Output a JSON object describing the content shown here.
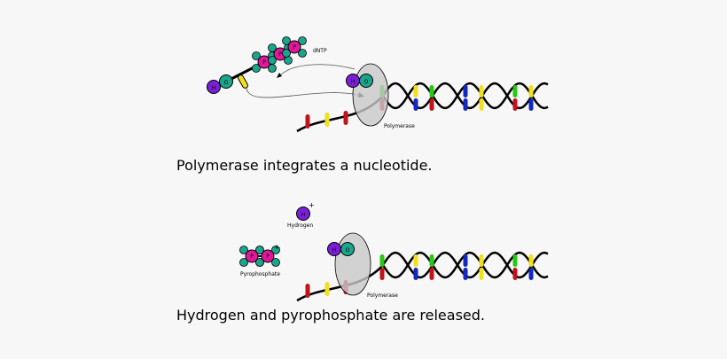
{
  "panels": [
    {
      "caption": "Polymerase integrates a nucleotide.",
      "labels": {
        "dntp": "dNTP",
        "polymerase": "Polymerase"
      }
    },
    {
      "caption": "Hydrogen and pyrophosphate are released.",
      "labels": {
        "hydrogen": "Hydrogen",
        "hydrogen_charge": "+",
        "pyrophosphate": "Pyrophosphate",
        "pyrophosphate_charge": "4-",
        "polymerase": "Polymerase"
      }
    }
  ],
  "atoms": {
    "hydrogen": "H",
    "oxygen": "O",
    "phosphorus": "P"
  },
  "colors": {
    "background": "#f7f7f7",
    "strand": "#000000",
    "hydrogen": "#7a1fd6",
    "oxygen": "#1aa58c",
    "phosphorus": "#e0189a",
    "base_red": "#c0141c",
    "base_yellow": "#f0e020",
    "base_blue": "#1428c0",
    "base_green": "#28c814",
    "polymerase": "#c8c8c8"
  },
  "base_sequence_top": [
    "green",
    "yellow",
    "green",
    "blue",
    "yellow",
    "green",
    "yellow"
  ],
  "base_sequence_bottom": [
    "red",
    "blue",
    "red",
    "blue",
    "yellow",
    "red",
    "blue"
  ],
  "template_overhang": [
    "red",
    "yellow",
    "red"
  ]
}
